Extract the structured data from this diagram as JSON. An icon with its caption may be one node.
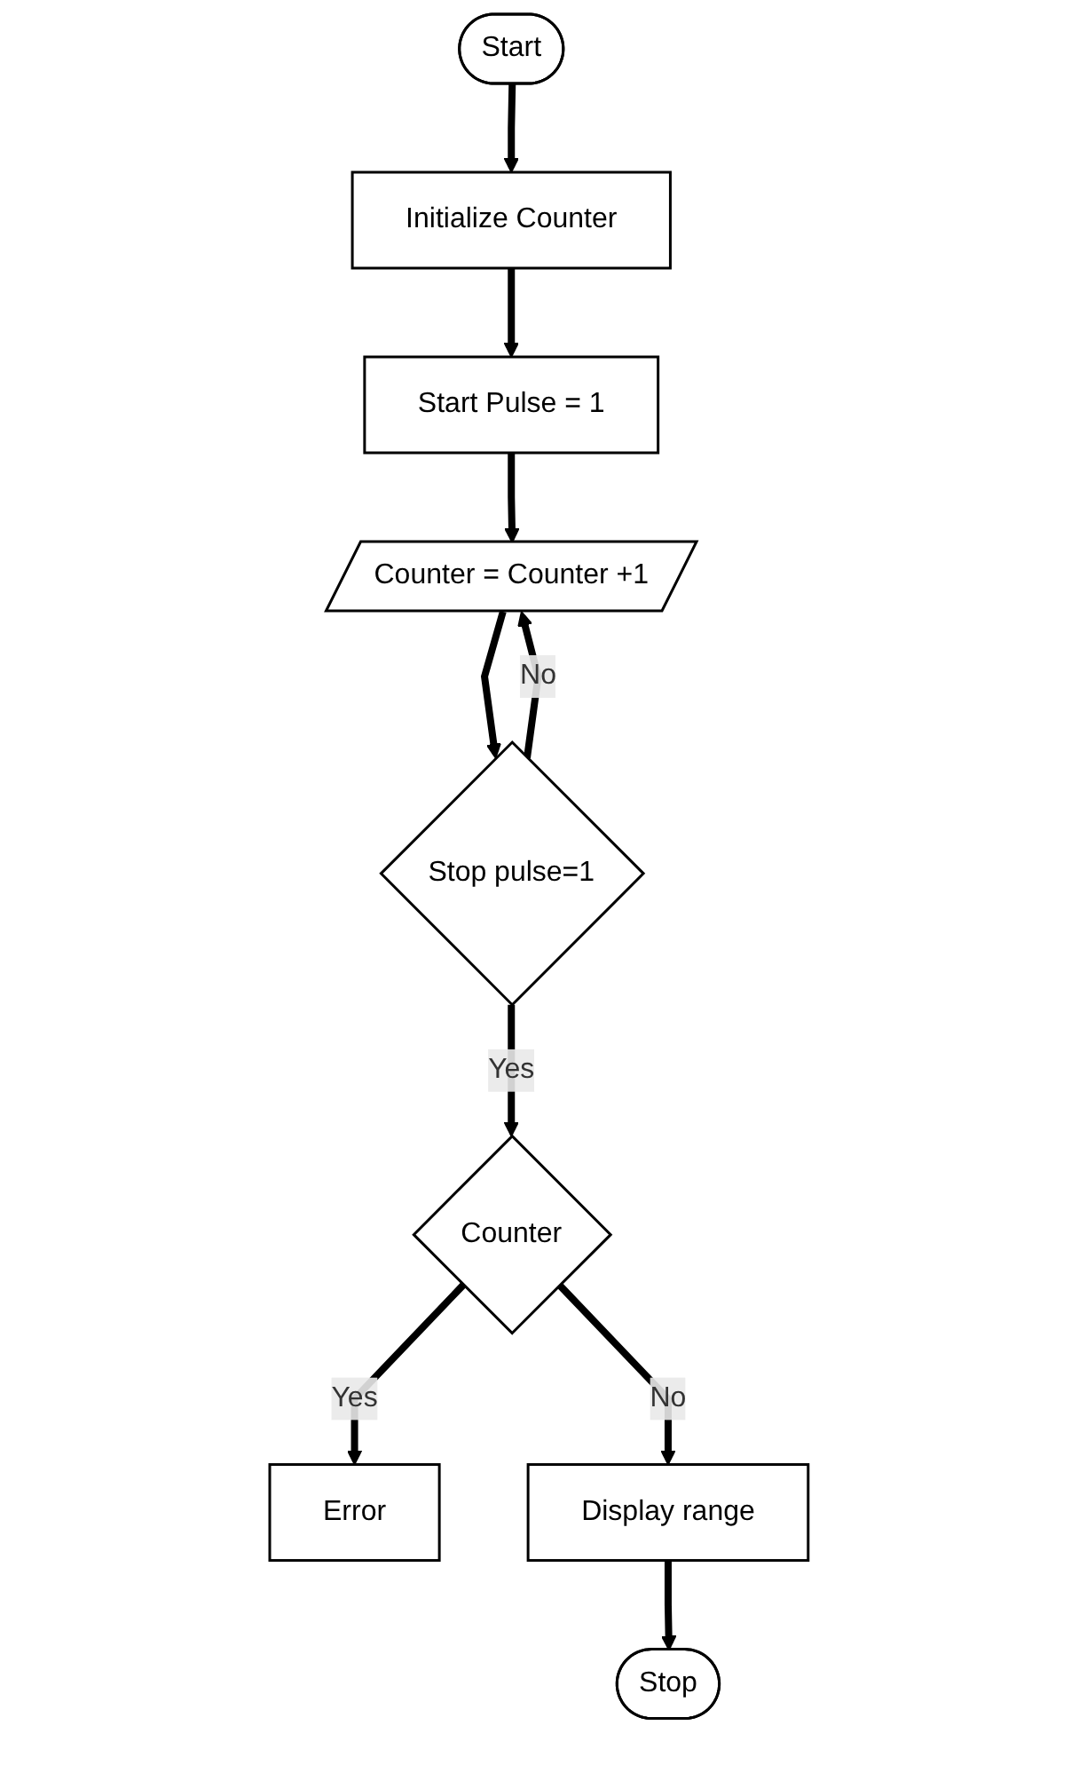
{
  "diagram": {
    "nodes": [
      {
        "text": [
          "Start"
        ]
      },
      {
        "text": [
          "Initialize Counter"
        ]
      },
      {
        "text": [
          "Start Pulse = 1"
        ]
      },
      {
        "text": [
          "Counter = Counter +1"
        ]
      },
      {
        "text": [
          "Stop pulse=1"
        ]
      },
      {
        "text": [
          "Counter"
        ]
      },
      {
        "text": [
          "Error"
        ]
      },
      {
        "text": [
          "Display range"
        ]
      },
      {
        "text": [
          "Stop"
        ]
      }
    ],
    "edges": [
      {
        "from": 0,
        "to": 1,
        "arrow": "to"
      },
      {
        "from": 1,
        "to": 2,
        "arrow": "to"
      },
      {
        "from": 2,
        "to": 3,
        "arrow": "to"
      },
      {
        "from": 3,
        "to": 4,
        "arrow": "to"
      },
      {
        "from": 4,
        "to": 3,
        "arrow": "to",
        "label": "No"
      },
      {
        "from": 4,
        "to": 5,
        "arrow": "to",
        "label": "Yes"
      },
      {
        "from": 5,
        "to": 6,
        "arrow": "to",
        "label": "Yes"
      },
      {
        "from": 5,
        "to": 7,
        "arrow": "to",
        "label": "No"
      },
      {
        "from": 7,
        "to": 8,
        "arrow": "to"
      }
    ]
  }
}
